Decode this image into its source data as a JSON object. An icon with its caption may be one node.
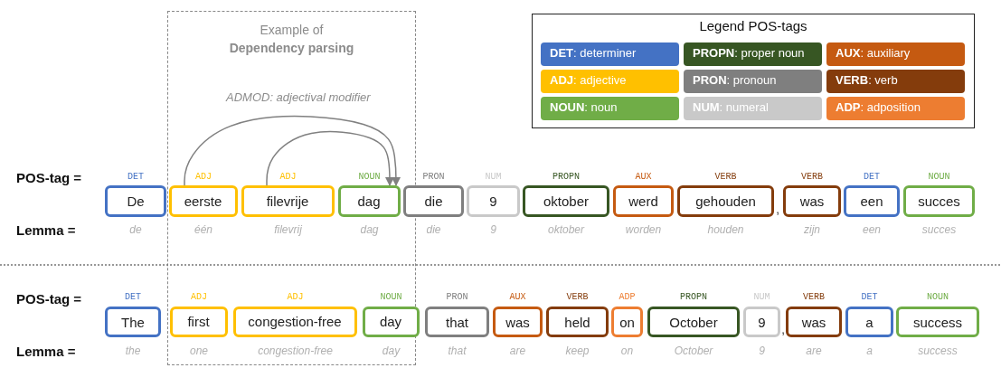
{
  "diagram": {
    "nodes": [
      {
        "text": [
          "Example of **Dependency parsing**"
        ]
      },
      {
        "text": [
          "De"
        ],
        "beside": [
          "DET",
          "de"
        ]
      },
      {
        "text": [
          "eerste"
        ],
        "beside": [
          "ADJ",
          "één"
        ],
        "in": 0
      },
      {
        "text": [
          "filevrije"
        ],
        "beside": [
          "ADJ",
          "filevrij"
        ],
        "in": 0
      },
      {
        "text": [
          "dag"
        ],
        "beside": [
          "NOUN",
          "dag"
        ],
        "in": 0
      },
      {
        "text": [
          "die"
        ],
        "beside": [
          "PRON",
          "die"
        ]
      },
      {
        "text": [
          "9"
        ],
        "beside": [
          "NUM",
          "9"
        ]
      },
      {
        "text": [
          "oktober"
        ],
        "beside": [
          "PROPN",
          "oktober"
        ]
      },
      {
        "text": [
          "werd"
        ],
        "beside": [
          "AUX",
          "worden"
        ]
      },
      {
        "text": [
          "gehouden"
        ],
        "beside": [
          "VERB",
          "houden"
        ]
      },
      {
        "text": [
          "was"
        ],
        "beside": [
          "VERB",
          "zijn"
        ]
      },
      {
        "text": [
          "een"
        ],
        "beside": [
          "DET",
          "een"
        ]
      },
      {
        "text": [
          "succes"
        ],
        "beside": [
          "NOUN",
          "succes"
        ]
      },
      {
        "text": [
          "The"
        ],
        "beside": [
          "DET",
          "the"
        ]
      },
      {
        "text": [
          "first"
        ],
        "beside": [
          "ADJ",
          "one"
        ],
        "in": 0
      },
      {
        "text": [
          "congestion-free"
        ],
        "beside": [
          "ADJ",
          "congestion-free"
        ],
        "in": 0
      },
      {
        "text": [
          "day"
        ],
        "beside": [
          "NOUN",
          "day"
        ],
        "in": 0
      },
      {
        "text": [
          "that"
        ],
        "beside": [
          "PRON",
          "that"
        ]
      },
      {
        "text": [
          "was"
        ],
        "beside": [
          "AUX",
          "are"
        ]
      },
      {
        "text": [
          "held"
        ],
        "beside": [
          "VERB",
          "keep"
        ]
      },
      {
        "text": [
          "on"
        ],
        "beside": [
          "ADP",
          "on"
        ]
      },
      {
        "text": [
          "October"
        ],
        "beside": [
          "PROPN",
          "October"
        ]
      },
      {
        "text": [
          "9"
        ],
        "beside": [
          "NUM",
          "9"
        ]
      },
      {
        "text": [
          "was"
        ],
        "beside": [
          "VERB",
          "are"
        ]
      },
      {
        "text": [
          "a"
        ],
        "beside": [
          "DET",
          "a"
        ]
      },
      {
        "text": [
          "success"
        ],
        "beside": [
          "NOUN",
          "success"
        ]
      }
    ],
    "edges": [
      {
        "from": 2,
        "to": 4,
        "arrow": "to",
        "label": "ADMOD: adjectival modifier"
      },
      {
        "from": 3,
        "to": 4,
        "arrow": "to"
      }
    ],
    "labels": [
      "Legend POS-tags",
      "POS-tag =",
      ",",
      "Lemma =",
      "POS-tag =",
      ",",
      "Lemma ="
    ],
    "legend": [
      {
        "text": "**DET**: determiner",
        "color": "#4472c4"
      },
      {
        "text": "**PROPN**: proper noun",
        "color": "#375623"
      },
      {
        "text": "**AUX**: auxiliary",
        "color": "#c55a11"
      },
      {
        "text": "**ADJ**: adjective",
        "color": "#ffc000"
      },
      {
        "text": "**PRON**: pronoun",
        "color": "#7f7f7f"
      },
      {
        "text": "**VERB**: verb",
        "color": "#843c0c"
      },
      {
        "text": "**NOUN**: noun",
        "color": "#70ad47"
      },
      {
        "text": "**NUM**: numeral",
        "color": "#c9c9c9"
      },
      {
        "text": "**ADP**: adposition",
        "color": "#ed7d31"
      }
    ]
  }
}
